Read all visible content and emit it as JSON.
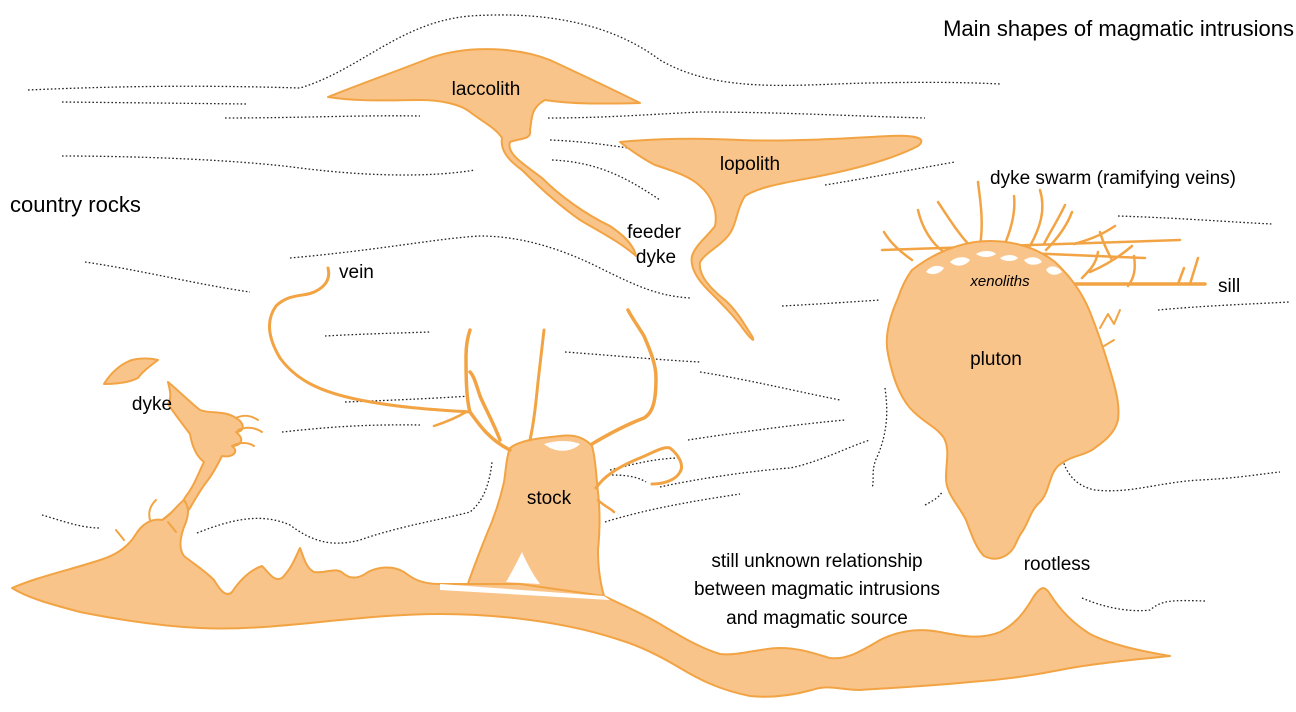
{
  "title": "Main shapes of magmatic intrusions",
  "labels": {
    "country_rocks": "country rocks",
    "laccolith": "laccolith",
    "lopolith": "lopolith",
    "feeder_dyke_line1": "feeder",
    "feeder_dyke_line2": "dyke",
    "dyke_swarm": "dyke swarm (ramifying veins)",
    "xenoliths": "xenoliths",
    "sill": "sill",
    "vein": "vein",
    "pluton": "pluton",
    "dyke": "dyke",
    "stock": "stock",
    "rootless": "rootless",
    "unknown_line1": "still unknown relationship",
    "unknown_line2": "between magmatic intrusions",
    "unknown_line3": "and magmatic source"
  },
  "colors": {
    "magma_fill": "#f9c48a",
    "magma_stroke": "#f2a444",
    "strata": "#222222",
    "text": "#000000",
    "background": "#ffffff"
  }
}
